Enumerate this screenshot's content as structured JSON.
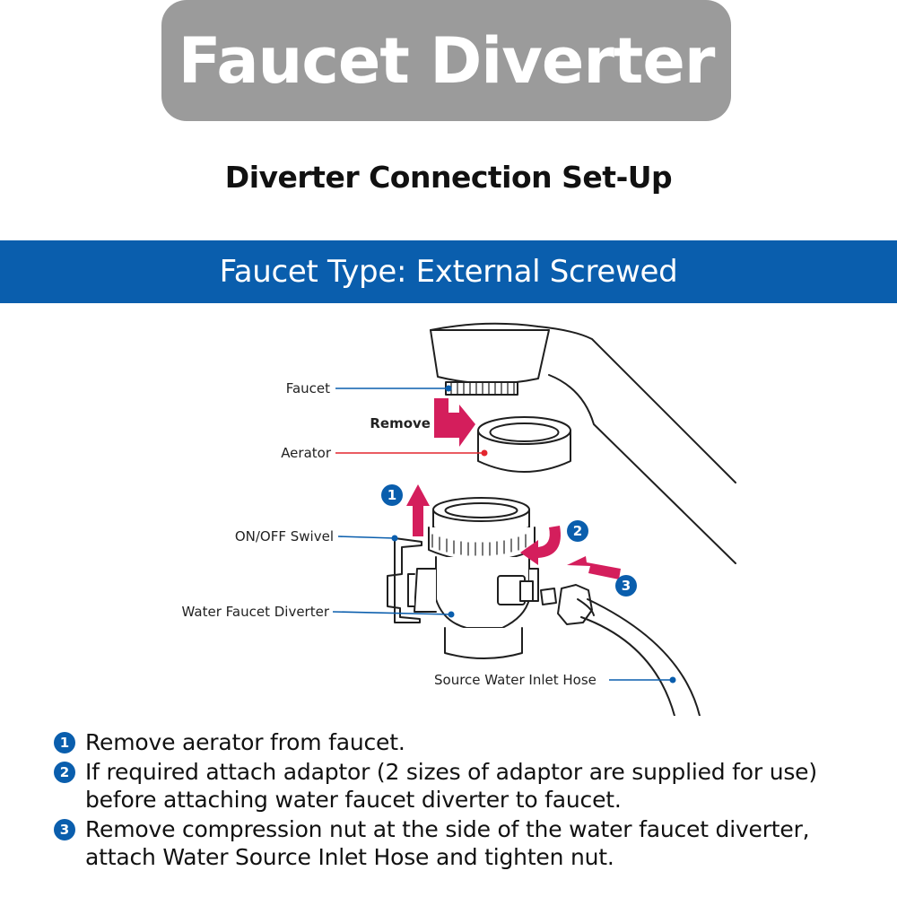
{
  "title": "Faucet Diverter",
  "subtitle": "Diverter Connection Set-Up",
  "band": "Faucet Type: External Screwed",
  "labels": {
    "faucet": "Faucet",
    "remove": "Remove",
    "aerator": "Aerator",
    "swivel": "ON/OFF Swivel",
    "diverter": "Water Faucet Diverter",
    "hose": "Source Water Inlet Hose"
  },
  "markers": [
    "1",
    "2",
    "3"
  ],
  "steps": [
    {
      "num": "1",
      "text": "Remove aerator from faucet."
    },
    {
      "num": "2",
      "text": "If required attach adaptor (2 sizes of adaptor are supplied for use) before attaching water faucet diverter to faucet."
    },
    {
      "num": "3",
      "text": "Remove compression nut at the side of the water faucet diverter, attach Water Source Inlet Hose and tighten nut."
    }
  ],
  "colors": {
    "title_bg": "#9b9b9b",
    "band_bg": "#0a5ead",
    "accent_blue": "#0a5ead",
    "arrow_pink": "#d41e5c",
    "leader_red": "#e3262e"
  }
}
